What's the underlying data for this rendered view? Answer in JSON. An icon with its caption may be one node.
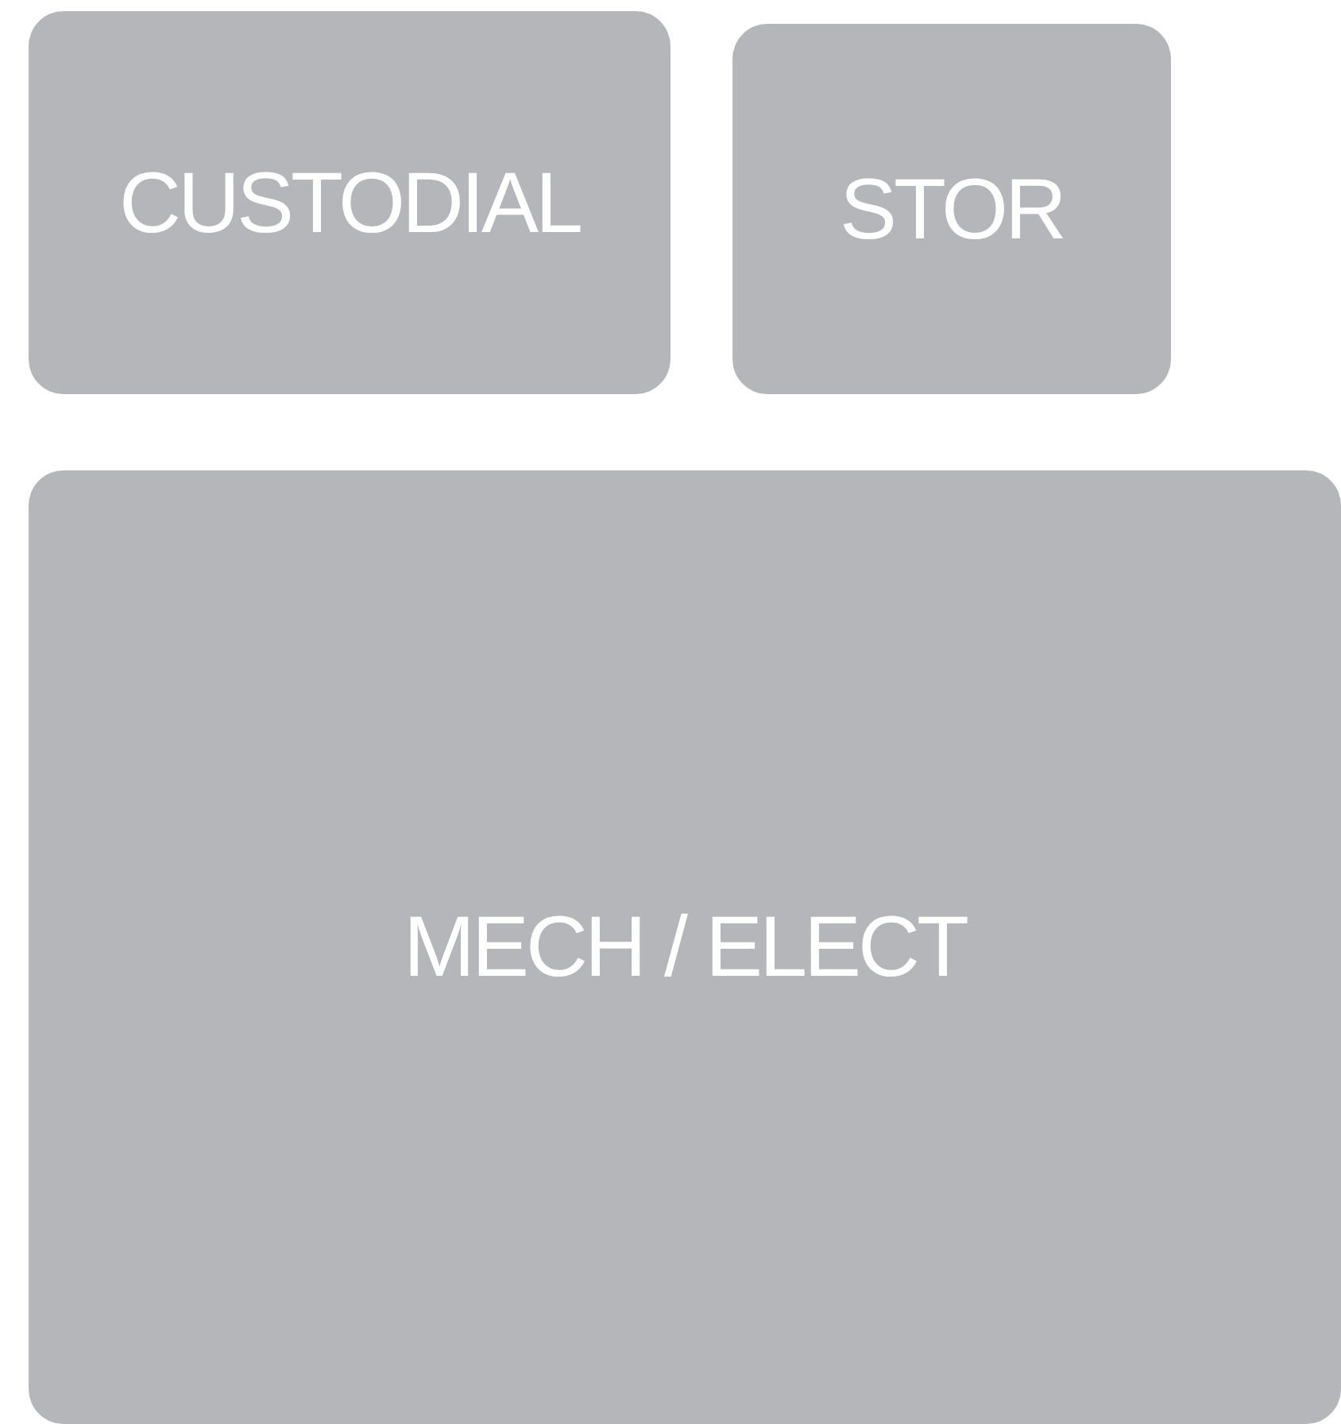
{
  "diagram": {
    "nodes": [
      {
        "text": [
          "CUSTODIAL"
        ]
      },
      {
        "text": [
          "STOR"
        ]
      },
      {
        "text": [
          "MECH / ELECT"
        ]
      }
    ]
  }
}
